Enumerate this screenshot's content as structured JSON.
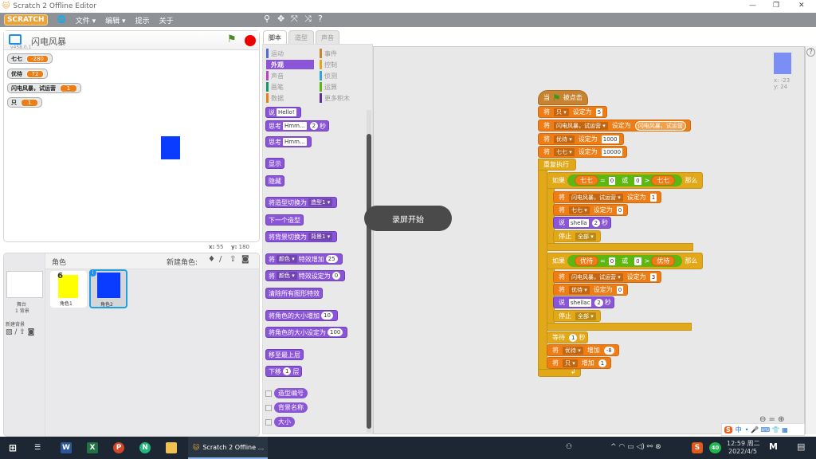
{
  "window": {
    "title": "Scratch 2 Offline Editor"
  },
  "menubar": {
    "logo": "SCRATCH",
    "items": [
      "文件 ▾",
      "编辑 ▾",
      "提示",
      "关于"
    ]
  },
  "stage": {
    "project_name": "闪电风暴",
    "version": "v458.0.1",
    "coords": {
      "x_label": "x:",
      "x": "55",
      "y_label": "y:",
      "y": "180"
    },
    "monitors": [
      {
        "name": "七七",
        "value": "-280"
      },
      {
        "name": "优待",
        "value": "72"
      },
      {
        "name": "闪电风暴，试运营",
        "value": "1"
      },
      {
        "name": "只",
        "value": "1"
      }
    ],
    "sprite_color": "#0a3cff"
  },
  "sprites": {
    "header": "角色",
    "new_sprite_label": "新建角色:",
    "stage_label": "舞台",
    "stage_backdrops": "1 背景",
    "new_backdrop_label": "新建背景",
    "items": [
      {
        "name": "角色1"
      },
      {
        "name": "角色2",
        "selected": true
      }
    ]
  },
  "tabs": [
    "脚本",
    "造型",
    "声音"
  ],
  "categories": [
    {
      "name": "运动",
      "color": "#4a6cd4"
    },
    {
      "name": "事件",
      "color": "#c88330"
    },
    {
      "name": "外观",
      "color": "#8a55d7",
      "active": true
    },
    {
      "name": "控制",
      "color": "#e1a91a"
    },
    {
      "name": "声音",
      "color": "#bb42c3"
    },
    {
      "name": "侦测",
      "color": "#2ca5e2"
    },
    {
      "name": "画笔",
      "color": "#0e9a6c"
    },
    {
      "name": "运算",
      "color": "#5cb712"
    },
    {
      "name": "数据",
      "color": "#ee7d16"
    },
    {
      "name": "更多积木",
      "color": "#632d99"
    }
  ],
  "palette": {
    "say": "说",
    "hello": "Hello!",
    "think_secs": "思考",
    "hmm": "Hmm...",
    "two": "2",
    "secs": "秒",
    "think": "思考",
    "show": "显示",
    "hide": "隐藏",
    "switch_costume": "将造型切换为",
    "costume1": "造型1",
    "next_costume": "下一个造型",
    "switch_backdrop": "将背景切换为",
    "backdrop1": "背景1",
    "jiang": "将",
    "color": "颜色",
    "change_effect": "特效增加",
    "v25": "25",
    "set_effect": "特效设定为",
    "v0": "0",
    "clear_effects": "清除所有图形特效",
    "change_size": "将角色的大小增加",
    "v10": "10",
    "set_size": "将角色的大小设定为",
    "v100": "100",
    "front": "移至最上层",
    "back": "下移",
    "v1": "1",
    "layers": "层",
    "reporters": [
      "造型编号",
      "背景名称",
      "大小"
    ]
  },
  "overlay": {
    "text": "录屏开始"
  },
  "sprite_info": {
    "x": "x: -23",
    "y": "y: 24"
  },
  "script": {
    "when": "当",
    "clicked": "被点击",
    "jiang": "将",
    "set_to": "设定为",
    "change_by": "增加",
    "forever": "重复执行",
    "if": "如果",
    "then": "那么",
    "or": "或",
    "say": "说",
    "secs": "秒",
    "stop": "停止",
    "all": "全部",
    "wait": "等待",
    "var_zhi": "只",
    "var_storm": "闪电风暴，试运营",
    "var_youdai": "优待",
    "var_qiqi": "七七",
    "v5": "5",
    "storm_text": "闪电风暴，试运营",
    "v1000": "1000",
    "v10000": "10000",
    "v0": "0",
    "v1": "1",
    "v3": "3",
    "v2": "2",
    "shella": "shella",
    "shellac": "shellac",
    "vm8": "-8",
    "wait1": "1",
    "gt": ">",
    "eq": "="
  },
  "taskbar": {
    "app_label": "Scratch 2 Offline ...",
    "time": "12:59 周二",
    "date": "2022/4/5",
    "badge": "40",
    "ime": "中"
  }
}
